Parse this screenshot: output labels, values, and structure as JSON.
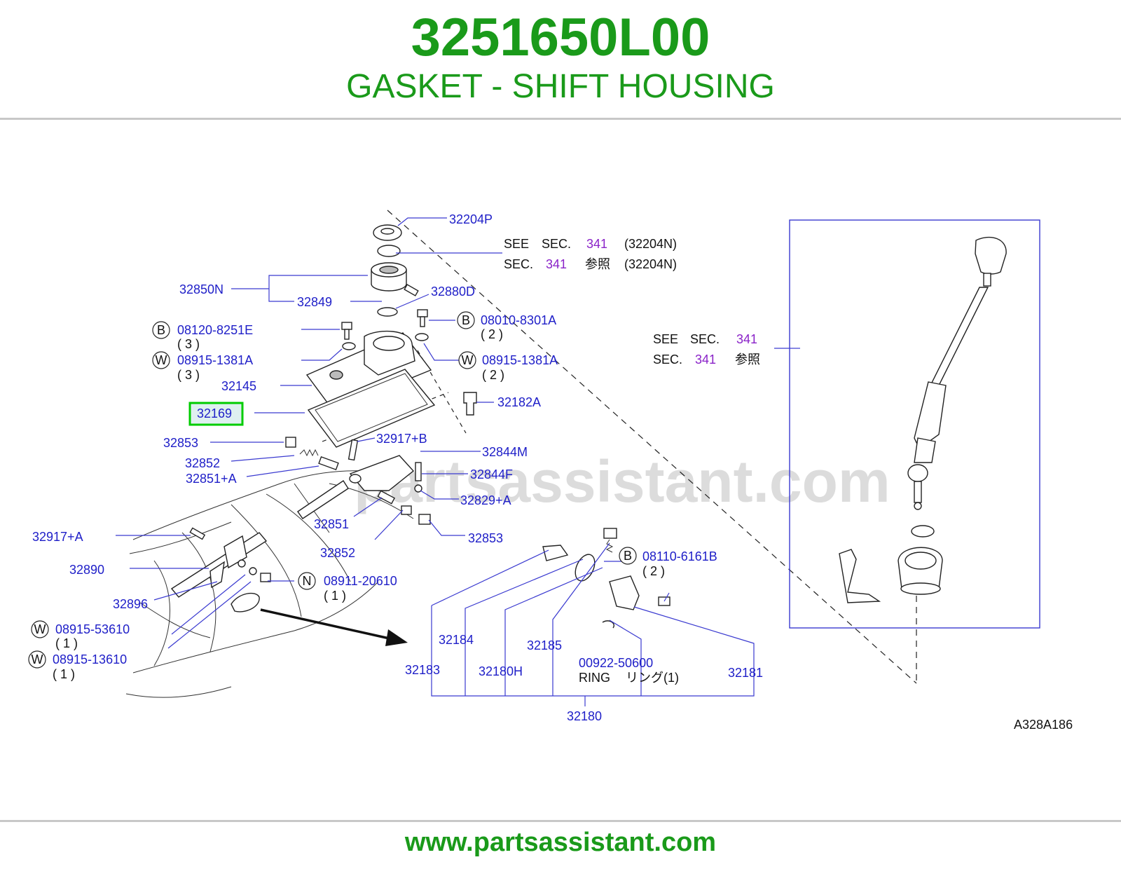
{
  "header": {
    "part_number": "3251650L00",
    "part_name": "GASKET - SHIFT HOUSING"
  },
  "watermark": "partsassistant.com",
  "footer": {
    "url": "www.partsassistant.com"
  },
  "colors": {
    "brand_green": "#1a9a1a",
    "label_blue": "#1e1ec8",
    "section_purple": "#8a22c8",
    "highlight": "#00cc00"
  },
  "diagram": {
    "code": "A328A186",
    "highlighted_part": "32169",
    "notes": {
      "top_see": "SEE",
      "top_sec": "SEC.",
      "top_num": "341",
      "top_ref": "(32204N)",
      "top_sec2": "SEC.",
      "top_num2": "341",
      "top_jp": "参照",
      "top_ref2": "(32204N)",
      "box_see": "SEE",
      "box_sec": "SEC.",
      "box_num": "341",
      "box_sec2": "SEC.",
      "box_num2": "341",
      "box_jp": "参照"
    },
    "labels": {
      "p32204P": "32204P",
      "p32850N": "32850N",
      "p32849": "32849",
      "p32880D": "32880D",
      "p08120": "08120-8251E",
      "q08120": "( 3 )",
      "p08915a": "08915-1381A",
      "q08915a": "( 3 )",
      "p08010": "08010-8301A",
      "q08010": "( 2 )",
      "p08915b": "08915-1381A",
      "q08915b": "( 2 )",
      "p32145": "32145",
      "p32182A": "32182A",
      "p32853a": "32853",
      "p32917B": "32917+B",
      "p32844M": "32844M",
      "p32852a": "32852",
      "p32844F": "32844F",
      "p32851A": "32851+A",
      "p32829A": "32829+A",
      "p32851": "32851",
      "p32853b": "32853",
      "p32852b": "32852",
      "p32917A": "32917+A",
      "p32890": "32890",
      "p32896": "32896",
      "p08911": "08911-20610",
      "q08911": "( 1 )",
      "p08915c": "08915-53610",
      "q08915c": "( 1 )",
      "p08915d": "08915-13610",
      "q08915d": "( 1 )",
      "p08110": "08110-6161B",
      "q08110": "( 2 )",
      "p32184": "32184",
      "p32185": "32185",
      "p32183": "32183",
      "p32180H": "32180H",
      "p00922": "00922-50600",
      "ring": "RING",
      "ring_jp": "リング(1)",
      "p32181": "32181",
      "p32180": "32180"
    },
    "callout_letters": {
      "b": "B",
      "w": "W",
      "n": "N"
    }
  }
}
